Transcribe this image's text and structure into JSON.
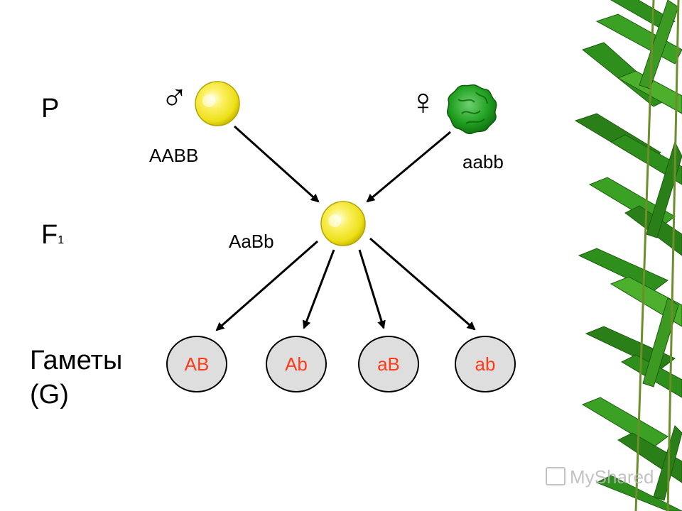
{
  "rows": {
    "parents": "P",
    "f1_main": "F",
    "f1_sub": "1",
    "gametes_line1": "Гаметы",
    "gametes_line2": "(G)"
  },
  "parents": {
    "male_symbol": "♂",
    "female_symbol": "♀",
    "male_genotype": "AABB",
    "female_genotype": "aabb"
  },
  "f1": {
    "genotype": "AaBb"
  },
  "gametes": [
    "AB",
    "Ab",
    "aB",
    "ab"
  ],
  "watermark": "MyShared",
  "colors": {
    "yellow_pea": "#f2e21a",
    "green_pea": "#1f9a1f",
    "gamete_fill": "#dedede",
    "gamete_text": "#ff3b1a",
    "bamboo": "#2e8b1e"
  }
}
